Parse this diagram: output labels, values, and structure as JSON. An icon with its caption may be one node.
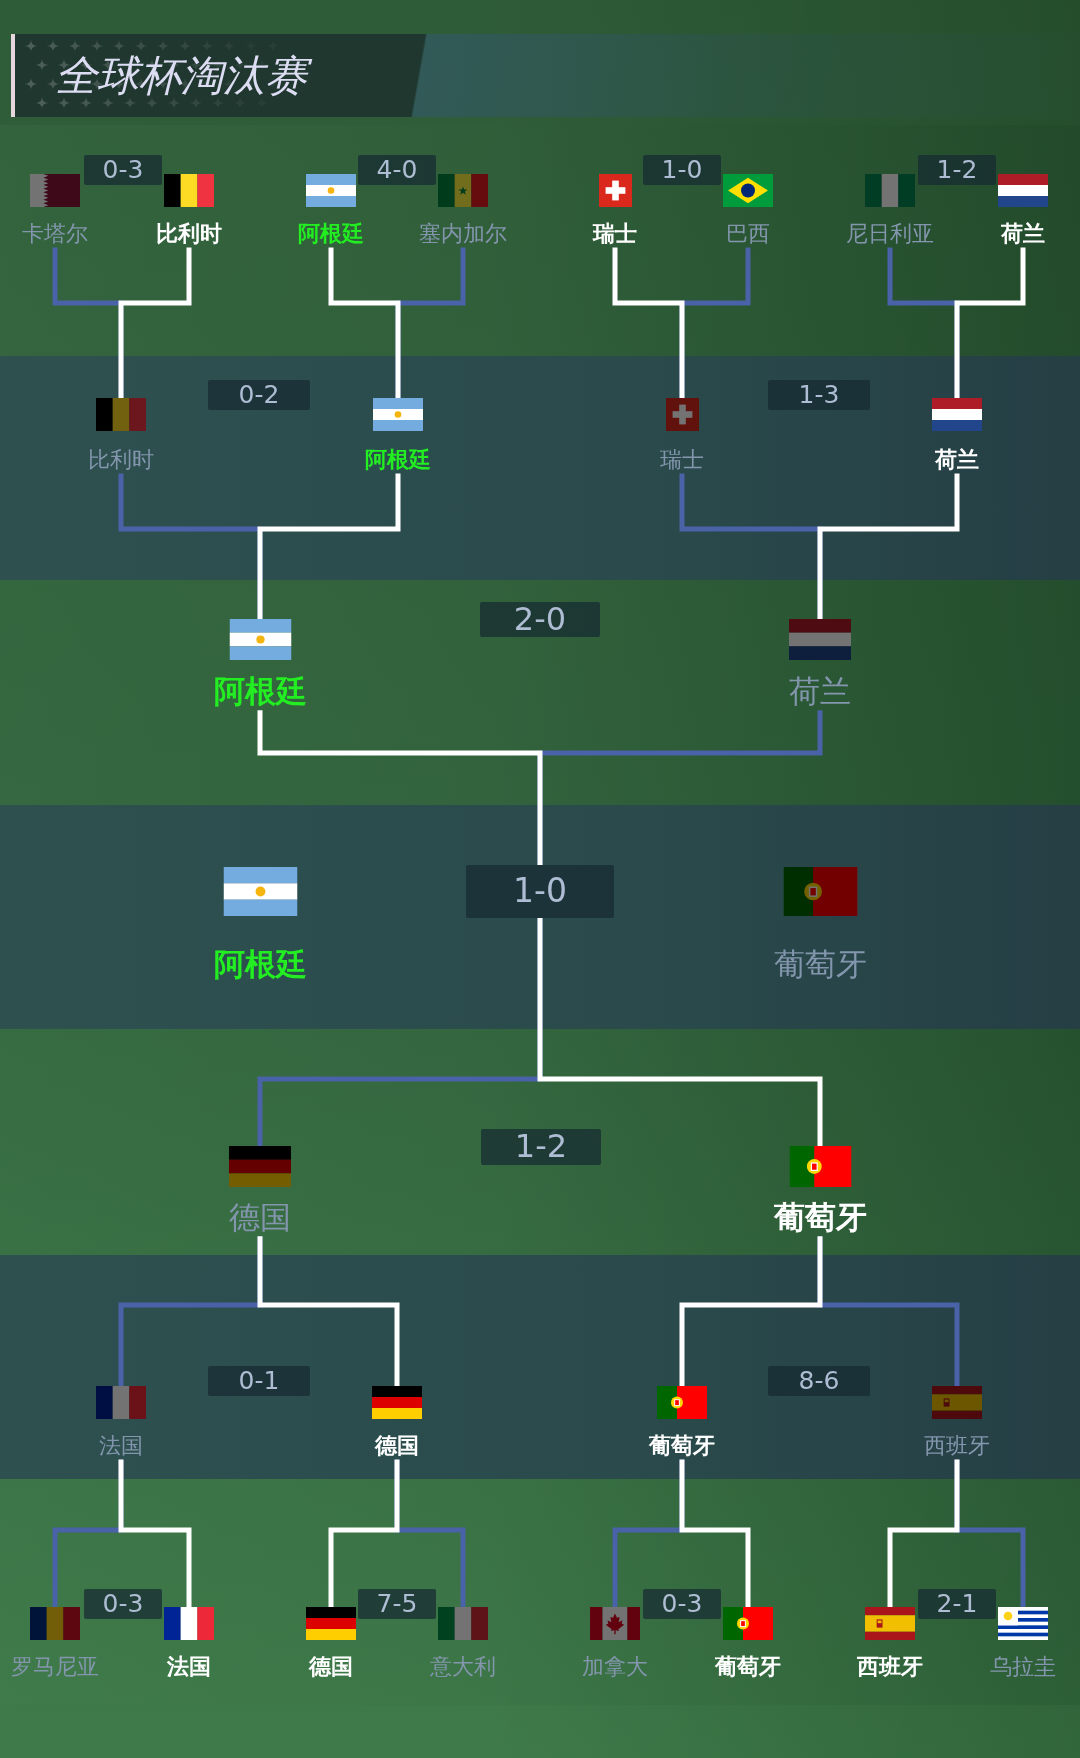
{
  "diagram": {
    "title": "全球杯淘汰赛",
    "nodes": [
      {
        "text": [
          "卡塔尔"
        ]
      },
      {
        "text": [
          "0-3"
        ]
      },
      {
        "text": [
          "比利时"
        ]
      },
      {
        "text": [
          "阿根廷"
        ]
      },
      {
        "text": [
          "4-0"
        ]
      },
      {
        "text": [
          "塞内加尔"
        ]
      },
      {
        "text": [
          "瑞士"
        ]
      },
      {
        "text": [
          "1-0"
        ]
      },
      {
        "text": [
          "巴西"
        ]
      },
      {
        "text": [
          "尼日利亚"
        ]
      },
      {
        "text": [
          "1-2"
        ]
      },
      {
        "text": [
          "荷兰"
        ]
      },
      {
        "text": [
          "比利时"
        ]
      },
      {
        "text": [
          "0-2"
        ]
      },
      {
        "text": [
          "阿根廷"
        ]
      },
      {
        "text": [
          "瑞士"
        ]
      },
      {
        "text": [
          "1-3"
        ]
      },
      {
        "text": [
          "荷兰"
        ]
      },
      {
        "text": [
          "阿根廷"
        ]
      },
      {
        "text": [
          "2-0"
        ]
      },
      {
        "text": [
          "荷兰"
        ]
      },
      {
        "text": [
          "阿根廷"
        ]
      },
      {
        "text": [
          "1-0"
        ]
      },
      {
        "text": [
          "葡萄牙"
        ]
      },
      {
        "text": [
          "德国"
        ]
      },
      {
        "text": [
          "1-2"
        ]
      },
      {
        "text": [
          "葡萄牙"
        ]
      },
      {
        "text": [
          "法国"
        ]
      },
      {
        "text": [
          "0-1"
        ]
      },
      {
        "text": [
          "德国"
        ]
      },
      {
        "text": [
          "葡萄牙"
        ]
      },
      {
        "text": [
          "8-6"
        ]
      },
      {
        "text": [
          "西班牙"
        ]
      },
      {
        "text": [
          "罗马尼亚"
        ]
      },
      {
        "text": [
          "0-3"
        ]
      },
      {
        "text": [
          "法国"
        ]
      },
      {
        "text": [
          "德国"
        ]
      },
      {
        "text": [
          "7-5"
        ]
      },
      {
        "text": [
          "意大利"
        ]
      },
      {
        "text": [
          "加拿大"
        ]
      },
      {
        "text": [
          "0-3"
        ]
      },
      {
        "text": [
          "葡萄牙"
        ]
      },
      {
        "text": [
          "西班牙"
        ]
      },
      {
        "text": [
          "2-1"
        ]
      },
      {
        "text": [
          "乌拉圭"
        ]
      }
    ],
    "edges": [
      {
        "from": 0,
        "to": 12,
        "arrow": "none",
        "color": "#4a63a8"
      },
      {
        "from": 2,
        "to": 12,
        "arrow": "none",
        "color": "#ffffff"
      },
      {
        "from": 3,
        "to": 14,
        "arrow": "none",
        "color": "#ffffff"
      },
      {
        "from": 5,
        "to": 14,
        "arrow": "none",
        "color": "#4a63a8"
      },
      {
        "from": 6,
        "to": 15,
        "arrow": "none",
        "color": "#ffffff"
      },
      {
        "from": 8,
        "to": 15,
        "arrow": "none",
        "color": "#4a63a8"
      },
      {
        "from": 9,
        "to": 17,
        "arrow": "none",
        "color": "#4a63a8"
      },
      {
        "from": 11,
        "to": 17,
        "arrow": "none",
        "color": "#ffffff"
      },
      {
        "from": 12,
        "to": 18,
        "arrow": "none",
        "color": "#4a63a8"
      },
      {
        "from": 14,
        "to": 18,
        "arrow": "none",
        "color": "#ffffff"
      },
      {
        "from": 15,
        "to": 20,
        "arrow": "none",
        "color": "#4a63a8"
      },
      {
        "from": 17,
        "to": 20,
        "arrow": "none",
        "color": "#ffffff"
      },
      {
        "from": 18,
        "to": 22,
        "arrow": "none",
        "color": "#ffffff"
      },
      {
        "from": 20,
        "to": 22,
        "arrow": "none",
        "color": "#4a63a8"
      },
      {
        "from": 24,
        "to": 22,
        "arrow": "none",
        "color": "#4a63a8"
      },
      {
        "from": 26,
        "to": 22,
        "arrow": "none",
        "color": "#ffffff"
      },
      {
        "from": 27,
        "to": 24,
        "arrow": "none",
        "color": "#4a63a8"
      },
      {
        "from": 29,
        "to": 24,
        "arrow": "none",
        "color": "#ffffff"
      },
      {
        "from": 30,
        "to": 26,
        "arrow": "none",
        "color": "#ffffff"
      },
      {
        "from": 32,
        "to": 26,
        "arrow": "none",
        "color": "#4a63a8"
      },
      {
        "from": 33,
        "to": 27,
        "arrow": "none",
        "color": "#4a63a8"
      },
      {
        "from": 35,
        "to": 27,
        "arrow": "none",
        "color": "#ffffff"
      },
      {
        "from": 36,
        "to": 29,
        "arrow": "none",
        "color": "#ffffff"
      },
      {
        "from": 38,
        "to": 29,
        "arrow": "none",
        "color": "#4a63a8"
      },
      {
        "from": 39,
        "to": 30,
        "arrow": "none",
        "color": "#4a63a8"
      },
      {
        "from": 41,
        "to": 30,
        "arrow": "none",
        "color": "#ffffff"
      },
      {
        "from": 42,
        "to": 32,
        "arrow": "none",
        "color": "#ffffff"
      },
      {
        "from": 44,
        "to": 32,
        "arrow": "none",
        "color": "#4a63a8"
      }
    ]
  }
}
